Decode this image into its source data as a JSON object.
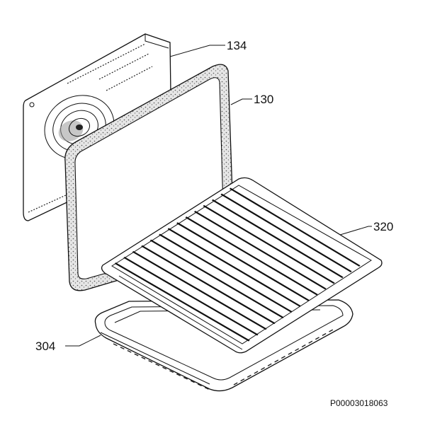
{
  "diagram": {
    "callouts": [
      {
        "id": "back-panel",
        "label": "134"
      },
      {
        "id": "gasket",
        "label": "130"
      },
      {
        "id": "wire-shelf",
        "label": "320"
      },
      {
        "id": "baking-tray",
        "label": "304"
      }
    ],
    "drawing_code": "P00003018063"
  }
}
